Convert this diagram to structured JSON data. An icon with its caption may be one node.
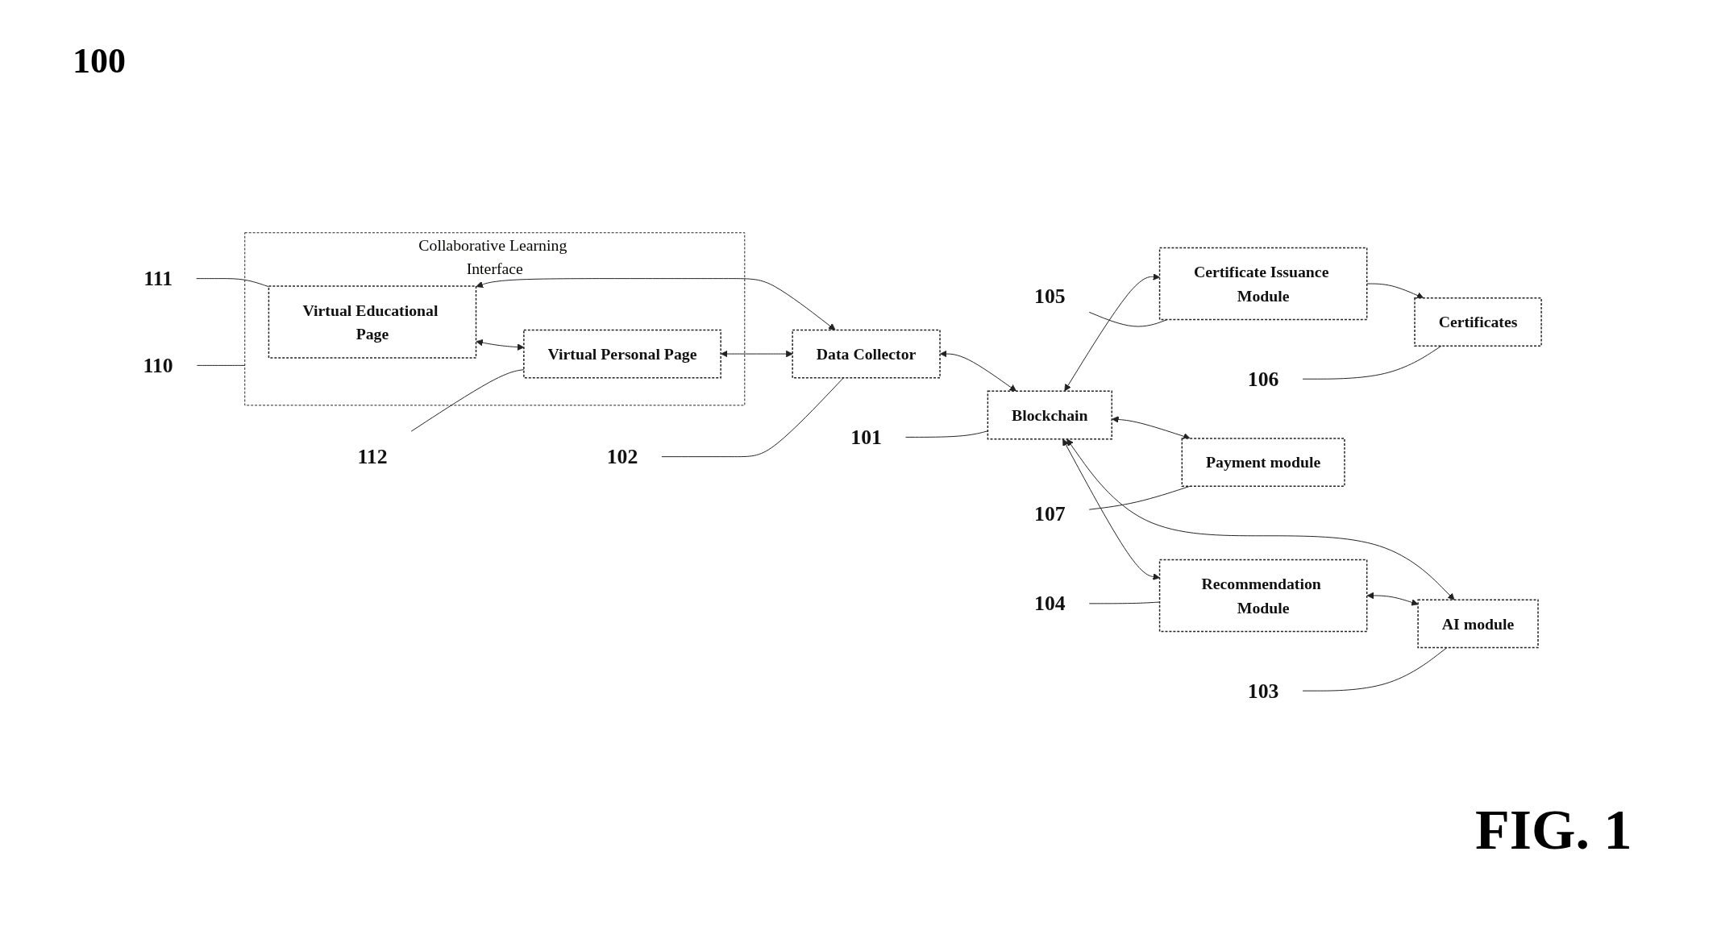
{
  "diagram": {
    "nodes": [
      {
        "text": [
          "Collaborative Learning Interface"
        ]
      },
      {
        "text": [
          "Virtual Educational Page"
        ],
        "in": 0
      },
      {
        "text": [
          "Virtual Personal Page"
        ],
        "in": 0
      },
      {
        "text": [
          "Data Collector"
        ]
      },
      {
        "text": [
          "Blockchain"
        ]
      },
      {
        "text": [
          "Certificate Issuance Module"
        ]
      },
      {
        "text": [
          "Certificates"
        ]
      },
      {
        "text": [
          "Recommendation Module"
        ]
      },
      {
        "text": [
          "AI module"
        ]
      },
      {
        "text": [
          "Payment module"
        ]
      },
      {
        "text": [
          "110"
        ]
      },
      {
        "text": [
          "111"
        ]
      },
      {
        "text": [
          "112"
        ]
      },
      {
        "text": [
          "102"
        ]
      },
      {
        "text": [
          "101"
        ]
      },
      {
        "text": [
          "105"
        ]
      },
      {
        "text": [
          "106"
        ]
      },
      {
        "text": [
          "104"
        ]
      },
      {
        "text": [
          "103"
        ]
      },
      {
        "text": [
          "107"
        ]
      }
    ],
    "edges": [
      {
        "from": 1,
        "to": 2,
        "arrow": "both"
      },
      {
        "from": 1,
        "to": 3,
        "arrow": "both"
      },
      {
        "from": 2,
        "to": 3,
        "arrow": "both"
      },
      {
        "from": 3,
        "to": 4,
        "arrow": "both"
      },
      {
        "from": 4,
        "to": 5,
        "arrow": "both"
      },
      {
        "from": 5,
        "to": 6,
        "arrow": "to"
      },
      {
        "from": 4,
        "to": 7,
        "arrow": "both"
      },
      {
        "from": 4,
        "to": 8,
        "arrow": "both"
      },
      {
        "from": 7,
        "to": 8,
        "arrow": "both"
      },
      {
        "from": 4,
        "to": 9,
        "arrow": "both"
      },
      {
        "from": 10,
        "to": 0,
        "arrow": "none"
      },
      {
        "from": 11,
        "to": 1,
        "arrow": "none"
      },
      {
        "from": 12,
        "to": 2,
        "arrow": "none"
      },
      {
        "from": 13,
        "to": 3,
        "arrow": "none"
      },
      {
        "from": 14,
        "to": 4,
        "arrow": "none"
      },
      {
        "from": 15,
        "to": 5,
        "arrow": "none"
      },
      {
        "from": 16,
        "to": 6,
        "arrow": "none"
      },
      {
        "from": 17,
        "to": 7,
        "arrow": "none"
      },
      {
        "from": 18,
        "to": 8,
        "arrow": "none"
      },
      {
        "from": 19,
        "to": 9,
        "arrow": "none"
      }
    ],
    "labels": [
      "100",
      "FIG. 1"
    ]
  }
}
